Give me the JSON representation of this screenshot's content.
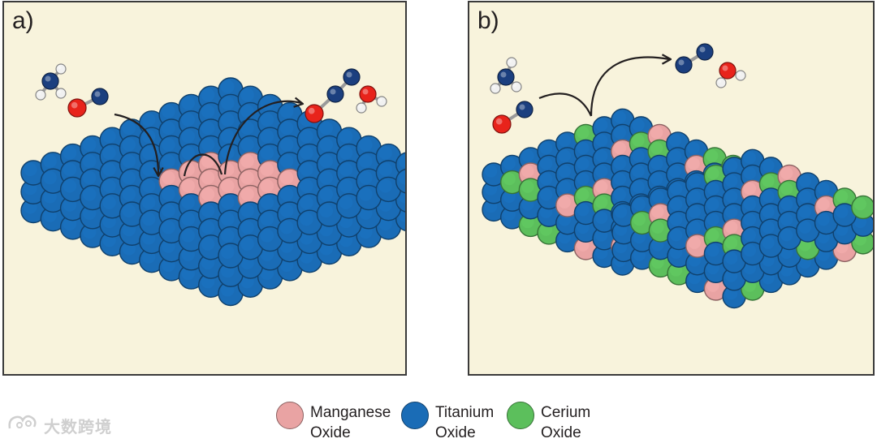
{
  "panels": [
    {
      "label": "a)"
    },
    {
      "label": "b)"
    }
  ],
  "legend": [
    {
      "line1": "Manganese",
      "line2": "Oxide",
      "color": "#e9a3a3"
    },
    {
      "line1": "Titanium",
      "line2": "Oxide",
      "color": "#1a6cb6"
    },
    {
      "line1": "Cerium",
      "line2": "Oxide",
      "color": "#5cbf5c"
    }
  ],
  "colors": {
    "titanium": "#1a6cb6",
    "manganese": "#e9a3a3",
    "cerium": "#5cbf5c",
    "oxygen": "#e8231b",
    "nitrogen": "#1b3f7f",
    "hydrogen": "#f1f1f1",
    "panel_bg": "#f8f3dc"
  },
  "watermark": {
    "text": "大数跨境"
  }
}
